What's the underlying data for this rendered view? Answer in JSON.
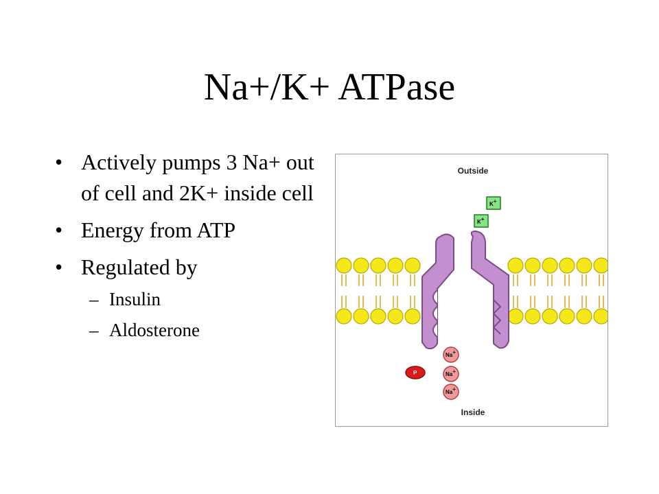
{
  "slide": {
    "title": "Na+/K+ ATPase",
    "bullets": [
      "Actively pumps 3 Na+ out of cell and 2K+ inside cell",
      "Energy from ATP",
      "Regulated by"
    ],
    "sub_bullets": [
      "Insulin",
      "Aldosterone"
    ],
    "bullet_glyph": "•",
    "dash_glyph": "–"
  },
  "figure": {
    "outside_label": "Outside",
    "inside_label": "Inside",
    "k_label": "K",
    "na_label": "Na",
    "plus": "+",
    "phosphate_label": "P",
    "colors": {
      "lipid_head": "#f5e81a",
      "lipid_tail": "#e0a020",
      "protein": "#c48fce",
      "protein_stroke": "#7a4d86",
      "k_ion": "#86e486",
      "na_ion": "#ee9a9a",
      "phosphate": "#dd1a1a"
    }
  }
}
